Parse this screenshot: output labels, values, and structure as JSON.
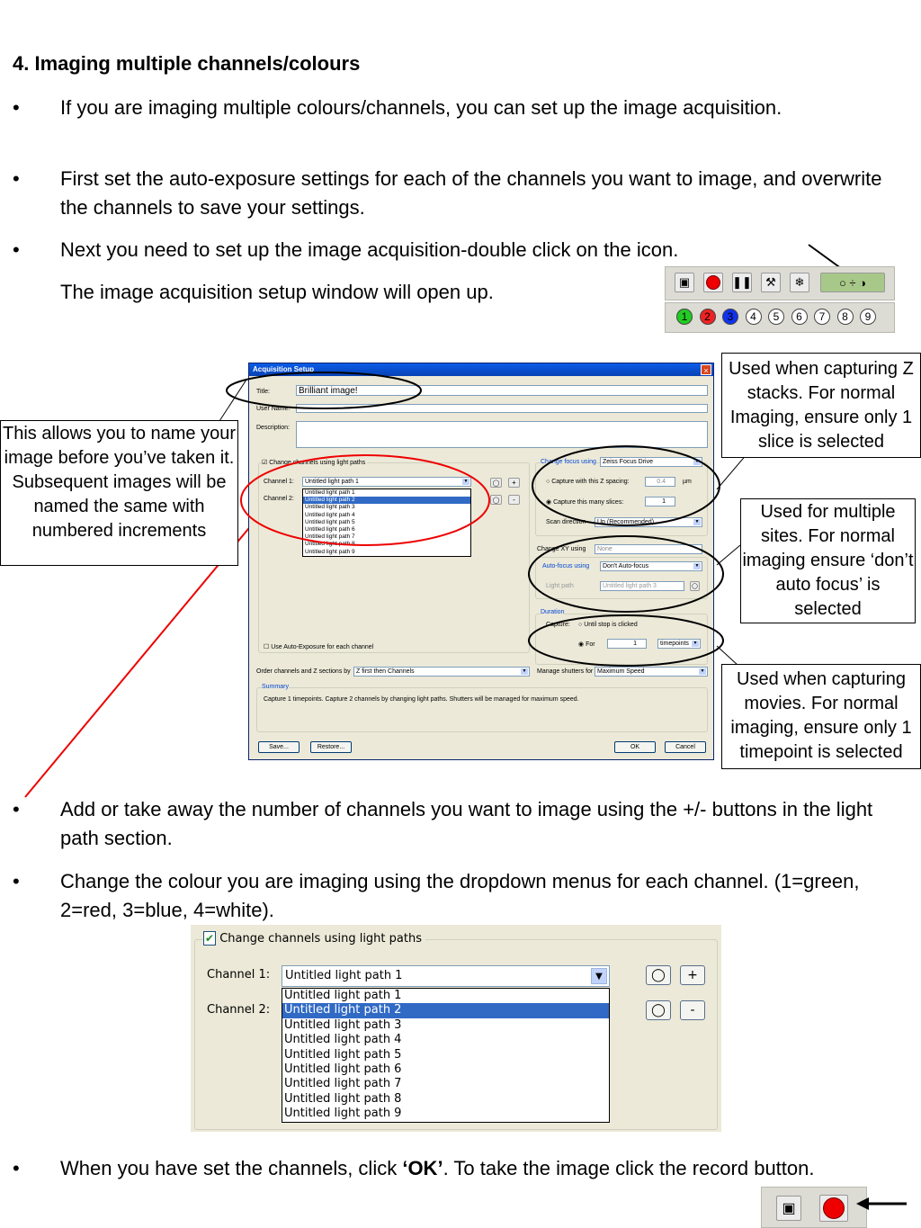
{
  "heading": "4. Imaging multiple channels/colours",
  "bullet_symbol": "•",
  "bullets_top": [
    " If you are imaging multiple colours/channels, you can set up the image acquisition.",
    "First set the auto-exposure settings for each of the channels you want to image, and overwrite the channels to save your settings.",
    "Next you need to set up the image acquisition-double click on the icon."
  ],
  "setup_line": "The image acquisition setup window will open up.",
  "toolbar": {
    "channel_numbers": [
      "1",
      "2",
      "3",
      "4",
      "5",
      "6",
      "7",
      "8",
      "9"
    ],
    "channel_colors": [
      "#22cc22",
      "#ee2222",
      "#1133ee",
      "#ffffff",
      "#ffffff",
      "#ffffff",
      "#ffffff",
      "#ffffff",
      "#ffffff"
    ]
  },
  "dialog": {
    "title": "Acquisition Setup",
    "close": "×",
    "title_label": "Title:",
    "title_value": "Brilliant image!",
    "user_label": "User Name:",
    "desc_label": "Description:",
    "change_channels": "Change channels using light paths",
    "channel1_label": "Channel 1:",
    "channel2_label": "Channel 2:",
    "channel1_value": "Untitled light path 1",
    "light_paths": [
      "Untitled light path 1",
      "Untitled light path 2",
      "Untitled light path 3",
      "Untitled light path 4",
      "Untitled light path 5",
      "Untitled light path 6",
      "Untitled light path 7",
      "Untitled light path 8",
      "Untitled light path 9"
    ],
    "plus": "+",
    "minus": "-",
    "change_focus": "Change focus using",
    "focus_value": "Zeiss Focus Drive",
    "capture_z_spacing": "Capture with this Z spacing:",
    "z_spacing_value": "0.4",
    "z_unit": "µm",
    "capture_slices": "Capture this many slices:",
    "slices_value": "1",
    "scan_direction": "Scan direction",
    "scan_value": "Up (Recommended)",
    "change_xy": "Change XY using",
    "xy_value": "None",
    "autofocus_label": "Auto-focus using",
    "autofocus_value": "Don't Auto-focus",
    "light_path_label": "Light path",
    "light_path_value": "Untitled light path 3",
    "duration": "Duration",
    "capture_label": "Capture:",
    "until_stop": "Until stop is clicked",
    "for_label": "For",
    "for_value": "1",
    "timepoints": "timepoints",
    "auto_exposure": "Use Auto-Exposure for each channel",
    "order_label": "Order channels and Z sections by",
    "order_value": "Z first then Channels",
    "shutters_label": "Manage shutters for",
    "shutters_value": "Maximum Speed",
    "summary_label": "Summary",
    "summary_text": "Capture 1 timepoints.  Capture 2 channels by changing light paths.  Shutters will be managed for maximum speed.",
    "save_btn": "Save...",
    "restore_btn": "Restore...",
    "ok_btn": "OK",
    "cancel_btn": "Cancel"
  },
  "callouts": {
    "name_image": "This allows you to name your image before you’ve taken it.  Subsequent images will be named the same with numbered increments",
    "z_stacks": "Used when capturing Z stacks.  For normal Imaging, ensure only 1 slice is selected",
    "multiple_sites": "Used for multiple sites.  For normal imaging ensure ‘don’t auto focus’ is selected",
    "movies": "Used when capturing movies.  For normal imaging, ensure only 1 timepoint is selected"
  },
  "bullets_mid": [
    "Add or take away the number of channels you want to image using the +/- buttons in the light path section.",
    "Change the colour you are imaging using the dropdown menus for each channel. (1=green, 2=red, 3=blue, 4=white)."
  ],
  "zoom": {
    "change_channels": "Change channels using light paths",
    "channel1_label": "Channel 1:",
    "channel2_label": "Channel 2:",
    "channel1_value": "Untitled light path 1",
    "plus": "+",
    "minus": "-"
  },
  "final_bullet": {
    "before": "When you have set the channels, click ",
    "bold": "‘OK’",
    "after": ". To take the image click the record button."
  }
}
